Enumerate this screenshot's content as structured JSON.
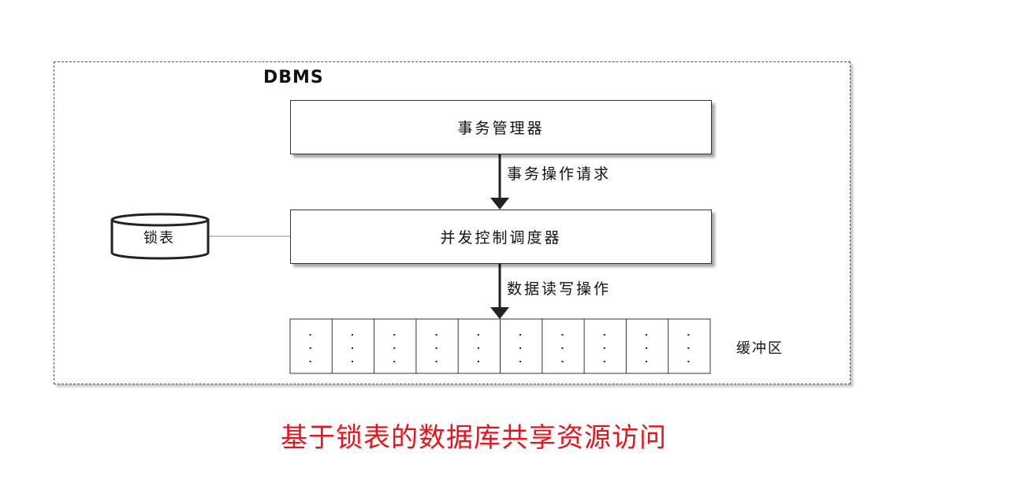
{
  "diagram": {
    "container_label": "DBMS",
    "transaction_manager": "事务管理器",
    "edge_request": "事务操作请求",
    "concurrency_scheduler": "并发控制调度器",
    "edge_read_write": "数据读写操作",
    "lock_table": "锁表",
    "buffer_label": "缓冲区",
    "buffer_cells": 10
  },
  "caption": "基于锁表的数据库共享资源访问",
  "colors": {
    "caption": "#e8141b",
    "stroke": "#333333",
    "arrow": "#222222"
  }
}
